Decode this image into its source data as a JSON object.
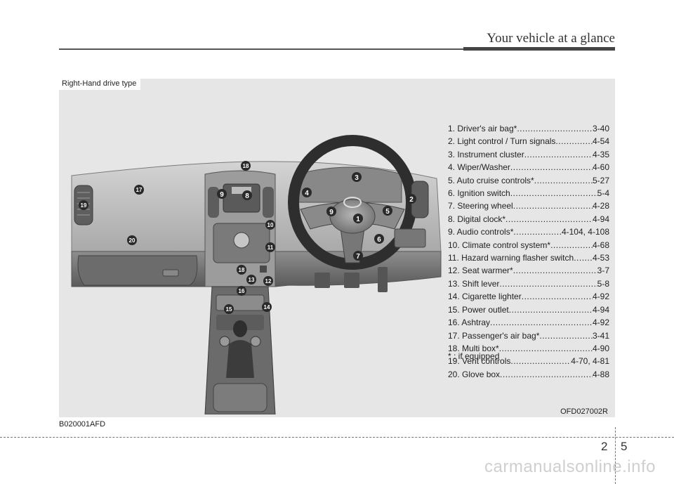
{
  "header": {
    "title": "Your vehicle at a glance"
  },
  "panel": {
    "label": "Right-Hand drive type",
    "photo_code": "OFD027002R"
  },
  "legend": {
    "items": [
      {
        "label": "1. Driver's air bag* ",
        "page": "3-40"
      },
      {
        "label": "2. Light control / Turn signals ",
        "page": "4-54"
      },
      {
        "label": "3. Instrument cluster ",
        "page": "4-35"
      },
      {
        "label": "4. Wiper/Washer",
        "page": "4-60"
      },
      {
        "label": "5. Auto cruise controls* ",
        "page": "5-27"
      },
      {
        "label": "6. Ignition switch ",
        "page": "5-4"
      },
      {
        "label": "7. Steering wheel ",
        "page": "4-28"
      },
      {
        "label": "8. Digital clock* ",
        "page": "4-94"
      },
      {
        "label": "9. Audio controls* ",
        "page": "4-104, 4-108"
      },
      {
        "label": "10. Climate control system* ",
        "page": "4-68"
      },
      {
        "label": "11. Hazard warning flasher switch ",
        "page": "4-53"
      },
      {
        "label": "12. Seat warmer* ",
        "page": "3-7"
      },
      {
        "label": "13. Shift lever ",
        "page": "5-8"
      },
      {
        "label": "14. Cigarette lighter",
        "page": "4-92"
      },
      {
        "label": "15. Power outlet ",
        "page": "4-94"
      },
      {
        "label": "16. Ashtray ",
        "page": "4-92"
      },
      {
        "label": "17. Passenger's air bag* ",
        "page": "3-41"
      },
      {
        "label": "18. Multi box* ",
        "page": "4-90"
      },
      {
        "label": "19. Vent controls ",
        "page": "4-70, 4-81"
      },
      {
        "label": "20. Glove box ",
        "page": "4-88"
      }
    ],
    "footnote": "* : if equipped"
  },
  "callouts": [
    "1",
    "2",
    "3",
    "4",
    "5",
    "6",
    "7",
    "8",
    "9",
    "9",
    "10",
    "11",
    "12",
    "13",
    "14",
    "15",
    "16",
    "17",
    "18",
    "18",
    "19",
    "20"
  ],
  "figure_code": "B020001AFD",
  "page": {
    "chapter": "2",
    "number": "5"
  },
  "watermark": "carmanualsonline.info",
  "colors": {
    "panel_bg": "#e6e6e6",
    "callout_fill": "#2a2a2a",
    "callout_text": "#ffffff"
  }
}
